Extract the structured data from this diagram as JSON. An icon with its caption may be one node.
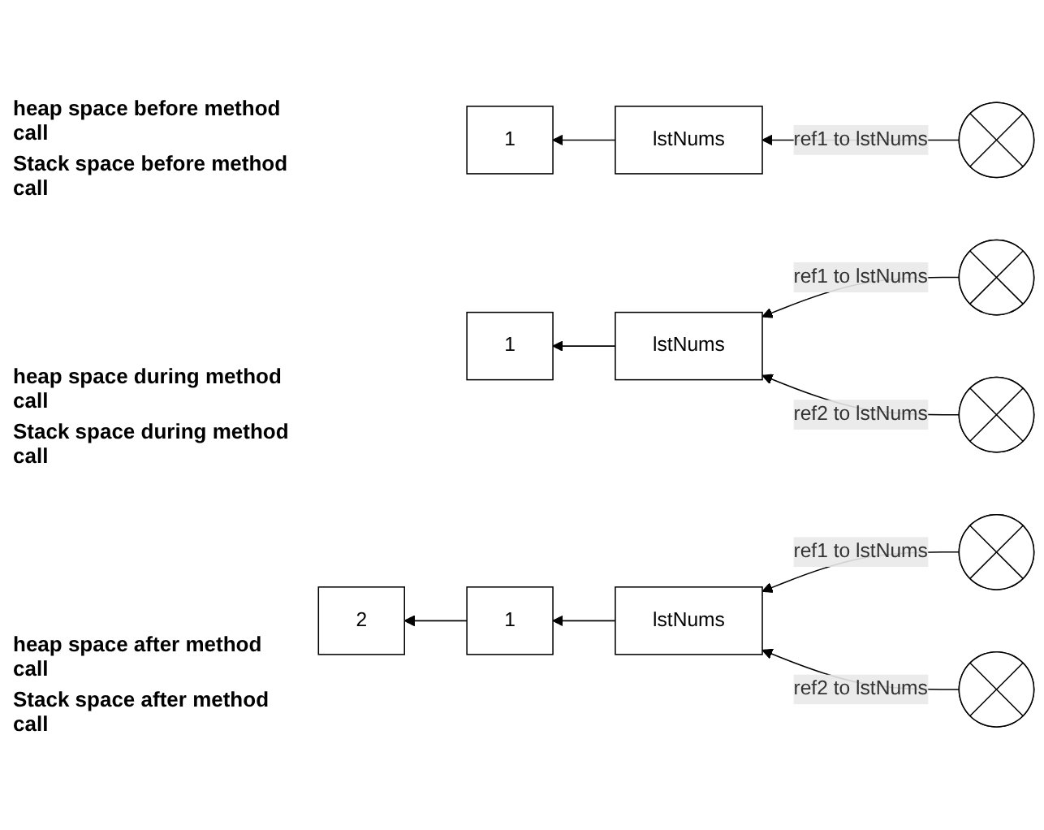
{
  "diagram": {
    "nodes": [
      {
        "text": [
          "1"
        ]
      },
      {
        "text": [
          "lstNums"
        ]
      },
      {
        "text": [],
        "shape": "circle"
      },
      {
        "text": [
          "1"
        ]
      },
      {
        "text": [
          "lstNums"
        ]
      },
      {
        "text": [],
        "shape": "circle"
      },
      {
        "text": [],
        "shape": "circle"
      },
      {
        "text": [
          "2"
        ]
      },
      {
        "text": [
          "1"
        ]
      },
      {
        "text": [
          "lstNums"
        ]
      },
      {
        "text": [],
        "shape": "circle"
      },
      {
        "text": [],
        "shape": "circle"
      }
    ],
    "edges": [
      {
        "from": 1,
        "to": 0,
        "arrow": "to"
      },
      {
        "from": 2,
        "to": 1,
        "arrow": "to",
        "label": "ref1 to lstNums"
      },
      {
        "from": 4,
        "to": 3,
        "arrow": "to"
      },
      {
        "from": 5,
        "to": 4,
        "arrow": "to",
        "label": "ref1 to lstNums"
      },
      {
        "from": 6,
        "to": 4,
        "arrow": "to",
        "label": "ref2 to lstNums"
      },
      {
        "from": 8,
        "to": 7,
        "arrow": "to"
      },
      {
        "from": 9,
        "to": 8,
        "arrow": "to"
      },
      {
        "from": 10,
        "to": 9,
        "arrow": "to",
        "label": "ref1 to lstNums"
      },
      {
        "from": 11,
        "to": 9,
        "arrow": "to",
        "label": "ref2 to lstNums"
      }
    ],
    "labels": [
      "heap space before method call",
      "Stack space before method call",
      "heap space during method call",
      "Stack space during method call",
      "heap space after method call",
      "Stack space after method call"
    ]
  }
}
